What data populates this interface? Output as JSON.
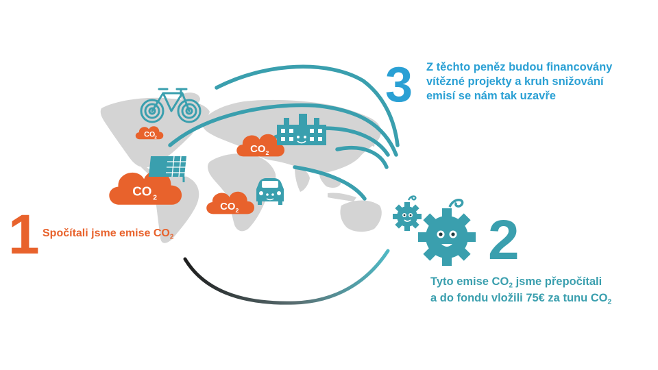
{
  "step1": {
    "number": "1",
    "text": "Spočítali jsme emise CO",
    "sub": "2"
  },
  "step2": {
    "number": "2",
    "line1_pre": "Tyto emise CO",
    "line1_sub": "2",
    "line1_post": " jsme přepočítali",
    "line2_pre": "a do fondu vložili 75€ za tunu CO",
    "line2_sub": "2"
  },
  "step3": {
    "number": "3",
    "line1": "Z těchto peněz budou financovány",
    "line2": "vítězné projekty a kruh snižování",
    "line3": "emisí se nám tak uzavře"
  },
  "clouds": {
    "main": "CO",
    "sub": "2"
  },
  "colors": {
    "orange": "#e8622c",
    "teal": "#3a9fae",
    "blue": "#2aa0d4",
    "map_gray": "#d4d4d4",
    "arc_dark": "#2a2a2a"
  },
  "icons": [
    "bicycle-icon",
    "factory-icon",
    "solar-panel-icon",
    "car-icon",
    "gear-mascot-icon"
  ]
}
